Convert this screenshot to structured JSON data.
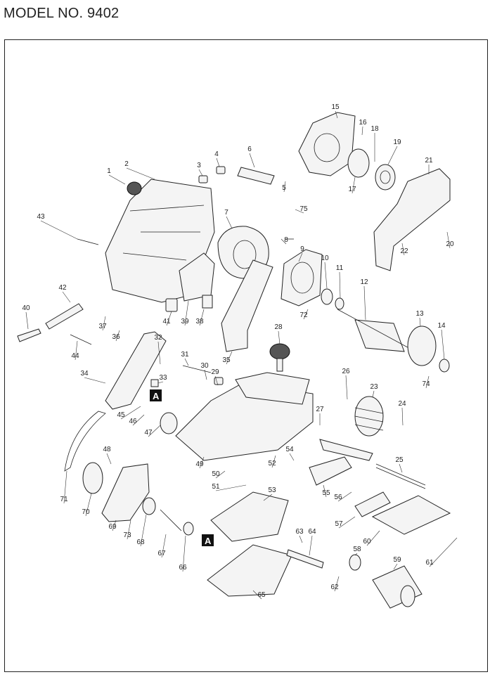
{
  "title": "MODEL NO. 9402",
  "marker_letter": "A",
  "parts": [
    "1",
    "2",
    "3",
    "4",
    "5",
    "6",
    "7",
    "8",
    "9",
    "10",
    "11",
    "12",
    "13",
    "14",
    "15",
    "16",
    "17",
    "18",
    "19",
    "20",
    "21",
    "22",
    "23",
    "24",
    "25",
    "26",
    "27",
    "28",
    "29",
    "30",
    "31",
    "32",
    "33",
    "34",
    "35",
    "36",
    "37",
    "38",
    "39",
    "40",
    "41",
    "42",
    "43",
    "44",
    "45",
    "46",
    "47",
    "48",
    "49",
    "50",
    "51",
    "52",
    "53",
    "54",
    "55",
    "56",
    "57",
    "58",
    "59",
    "60",
    "61",
    "62",
    "63",
    "64",
    "65",
    "66",
    "67",
    "68",
    "69",
    "70",
    "71",
    "72",
    "73",
    "74",
    "75"
  ]
}
